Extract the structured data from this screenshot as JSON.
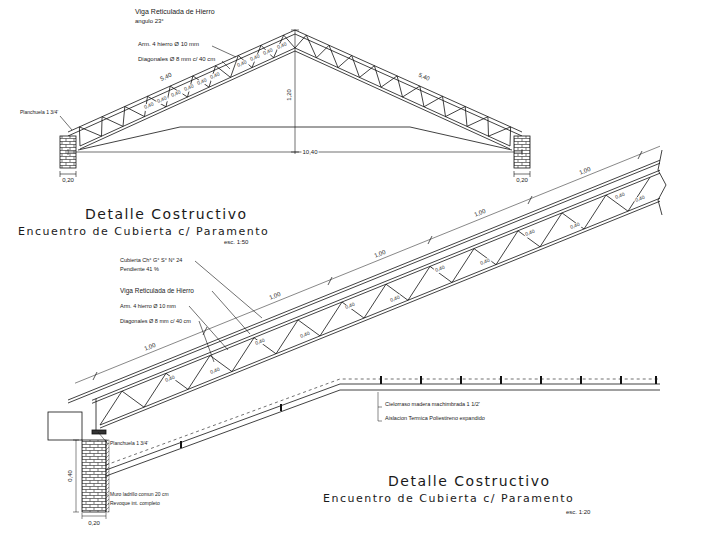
{
  "diagram": {
    "labels": [
      "Viga Reticulada de Hierro",
      "angulo 23°",
      "Arm. 4 hierro Ø 10 mm",
      "Diagonales Ø 8 mm c/ 40 cm",
      "Planchuela 1 3/4'",
      "5,40",
      "5,40",
      "1,20",
      "10,40",
      "0,20",
      "0,20",
      "Detalle Costructivo",
      "Encuentro de Cubierta c/ Paramento",
      "esc. 1:50",
      "Cubierta Ch° G° S° N° 24",
      "Pendiente 41 %",
      "Viga Reticulada de Hierro",
      "Arm. 4 hierro Ø 10 mm",
      "Diagonales Ø 8 mm c/ 40 cm",
      "Cielorraso madera machimbrada 1 1/2'",
      "Aislacion Termica Poliestireno expandido",
      "Planchuela 1 3/4'",
      "Muro ladrillo comun 20 cm",
      "Revoque int. completo",
      "0,40",
      "0,20",
      "Detalle Costructivo",
      "Encuentro de Cubierta c/ Paramento",
      "esc. 1:20",
      "1,00",
      "1,00",
      "1,00",
      "1,00",
      "1,00",
      "0,40",
      "0,40",
      "0,40",
      "0,40",
      "0,40",
      "0,40",
      "0,40",
      "0,40",
      "0,40",
      "0,40",
      "0,40",
      "0,40",
      "0,40",
      "0,40",
      "0,40",
      "0,40",
      "0,40",
      "0,40",
      "0,40",
      "0,40",
      "0,40",
      "0,40"
    ]
  }
}
